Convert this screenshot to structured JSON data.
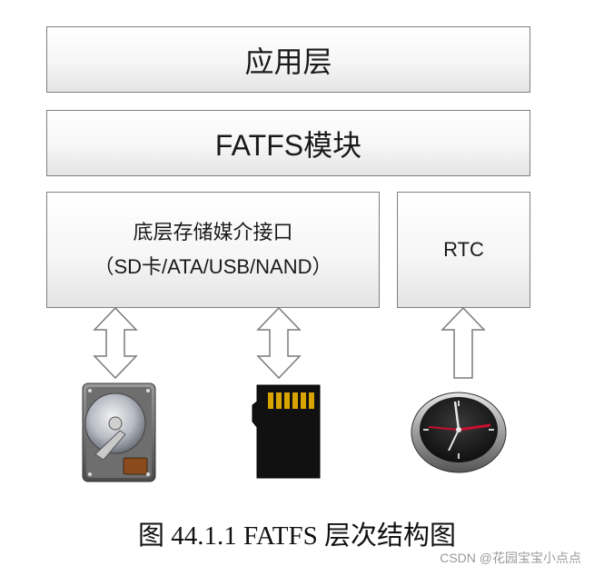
{
  "layers": {
    "app": "应用层",
    "fatfs": "FATFS模块",
    "media_line1": "底层存储媒介接口",
    "media_line2": "（SD卡/ATA/USB/NAND）",
    "rtc": "RTC"
  },
  "devices": [
    "hard-disk",
    "sd-card",
    "clock"
  ],
  "caption": "图 44.1.1 FATFS 层次结构图",
  "watermark": "CSDN @花园宝宝小点点"
}
